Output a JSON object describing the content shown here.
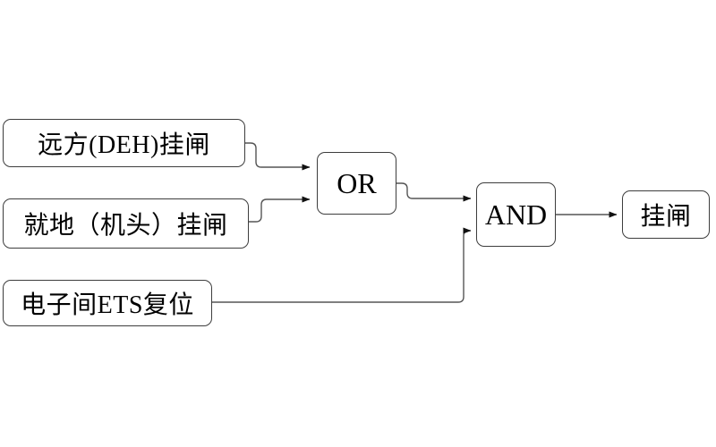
{
  "diagram": {
    "background_color": "#ffffff",
    "node_border_color": "#3d3d3d",
    "connector_color": "#555555",
    "arrowhead_color": "#111111",
    "text_color": "#000000",
    "nodes": {
      "input1": {
        "label": "远方(DEH)挂闸",
        "type": "input"
      },
      "input2": {
        "label": "就地（机头）挂闸",
        "type": "input"
      },
      "input3": {
        "label": "电子间ETS复位",
        "type": "input"
      },
      "or_gate": {
        "label": "OR",
        "type": "logic-gate"
      },
      "and_gate": {
        "label": "AND",
        "type": "logic-gate"
      },
      "output": {
        "label": "挂闸",
        "type": "output"
      }
    },
    "edges": [
      {
        "from": "input1",
        "to": "or_gate"
      },
      {
        "from": "input2",
        "to": "or_gate"
      },
      {
        "from": "or_gate",
        "to": "and_gate"
      },
      {
        "from": "input3",
        "to": "and_gate"
      },
      {
        "from": "and_gate",
        "to": "output"
      }
    ]
  }
}
